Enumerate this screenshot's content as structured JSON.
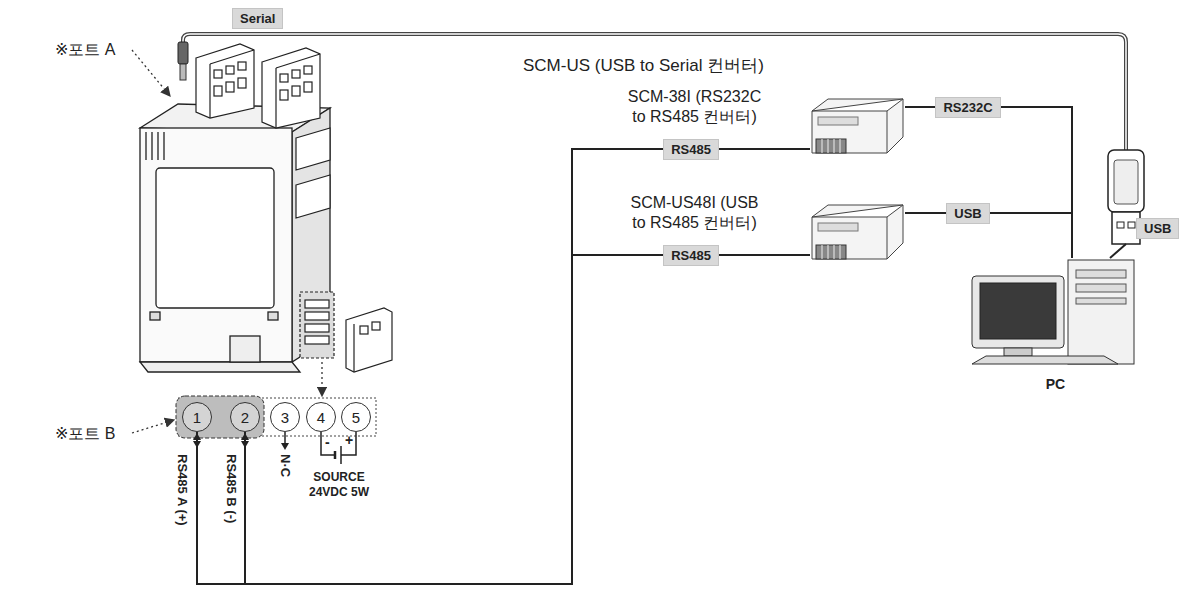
{
  "diagram": {
    "nodes": [
      {
        "text": [
          "SCM-38I (RS232C to RS485 컨버터)"
        ]
      },
      {
        "text": [
          "SCM-US48I (USB to RS485 컨버터)"
        ]
      },
      {
        "text": [
          "PC"
        ]
      },
      {
        "text": [
          "1"
        ]
      },
      {
        "text": [
          "2"
        ]
      },
      {
        "text": [
          "3"
        ]
      },
      {
        "text": [
          "4"
        ]
      },
      {
        "text": [
          "5"
        ]
      }
    ],
    "edges": [
      {
        "from": 3,
        "to": 0,
        "arrow": "none",
        "label": "RS485"
      },
      {
        "from": 4,
        "to": 0,
        "arrow": "none"
      },
      {
        "from": 3,
        "to": 1,
        "arrow": "none",
        "label": "RS485"
      },
      {
        "from": 4,
        "to": 1,
        "arrow": "none"
      },
      {
        "from": 0,
        "to": 2,
        "arrow": "none",
        "label": "RS232C"
      },
      {
        "from": 1,
        "to": 2,
        "arrow": "none",
        "label": "USB"
      }
    ],
    "labels": [
      "※포트 A",
      "Serial",
      "SCM-US (USB to Serial 컨버터)",
      "USB",
      "※포트 B",
      "RS485 A (+)",
      "RS485 B (-)",
      "N·C",
      "-",
      "+",
      "SOURCE 24VDC 5W"
    ]
  }
}
